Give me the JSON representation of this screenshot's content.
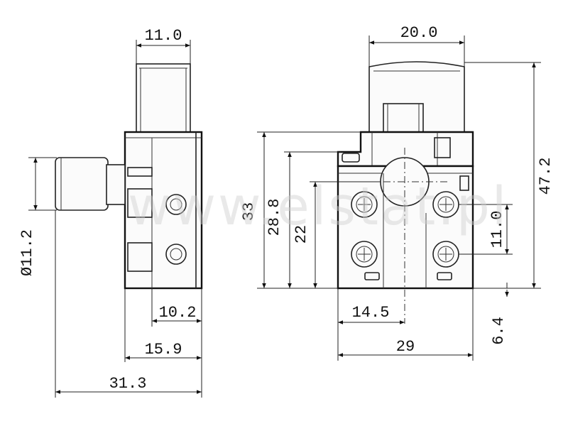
{
  "dimensions": {
    "side_top_width": "11.0",
    "front_top_width": "20.0",
    "diameter": "Ø11.2",
    "d_10_2": "10.2",
    "d_15_9": "15.9",
    "d_31_3": "31.3",
    "h_33": "33",
    "h_28_8": "28.8",
    "h_22": "22",
    "h_47_2": "47.2",
    "h_11_0": "11.0",
    "w_14_5": "14.5",
    "w_29": "29",
    "h_6_4": "6.4"
  },
  "watermark": "www.elstat.pl"
}
